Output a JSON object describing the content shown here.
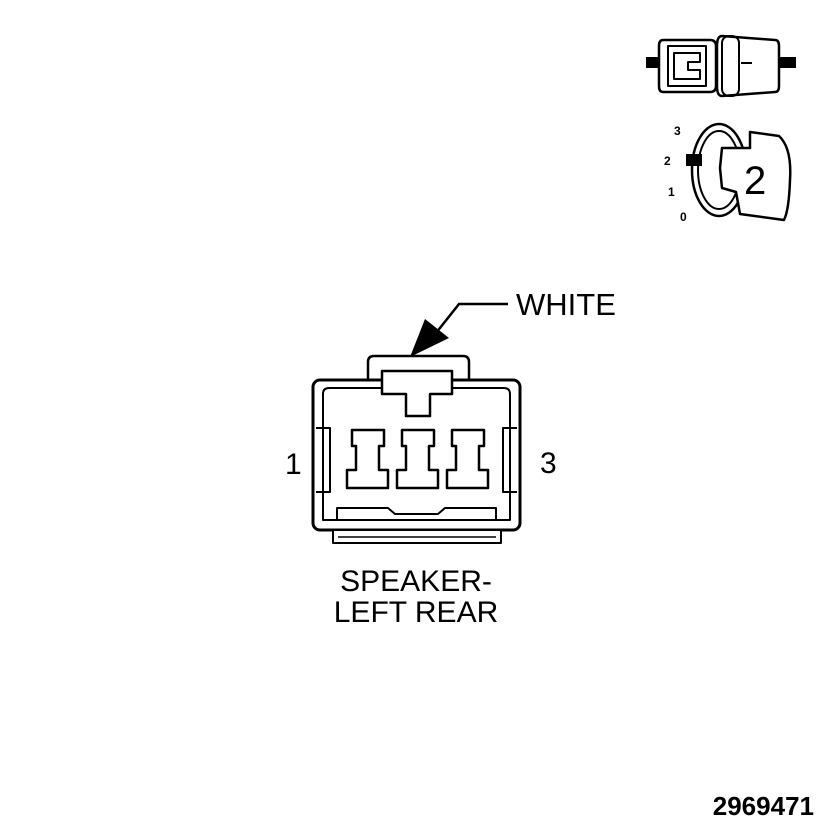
{
  "connector": {
    "color_label": "WHITE",
    "pin_left": "1",
    "pin_right": "3",
    "name_line1": "SPEAKER-",
    "name_line2": "LEFT REAR"
  },
  "position_indicator": {
    "scale": [
      "3",
      "2",
      "1",
      "0"
    ],
    "position": "2"
  },
  "figure_number": "2969471"
}
